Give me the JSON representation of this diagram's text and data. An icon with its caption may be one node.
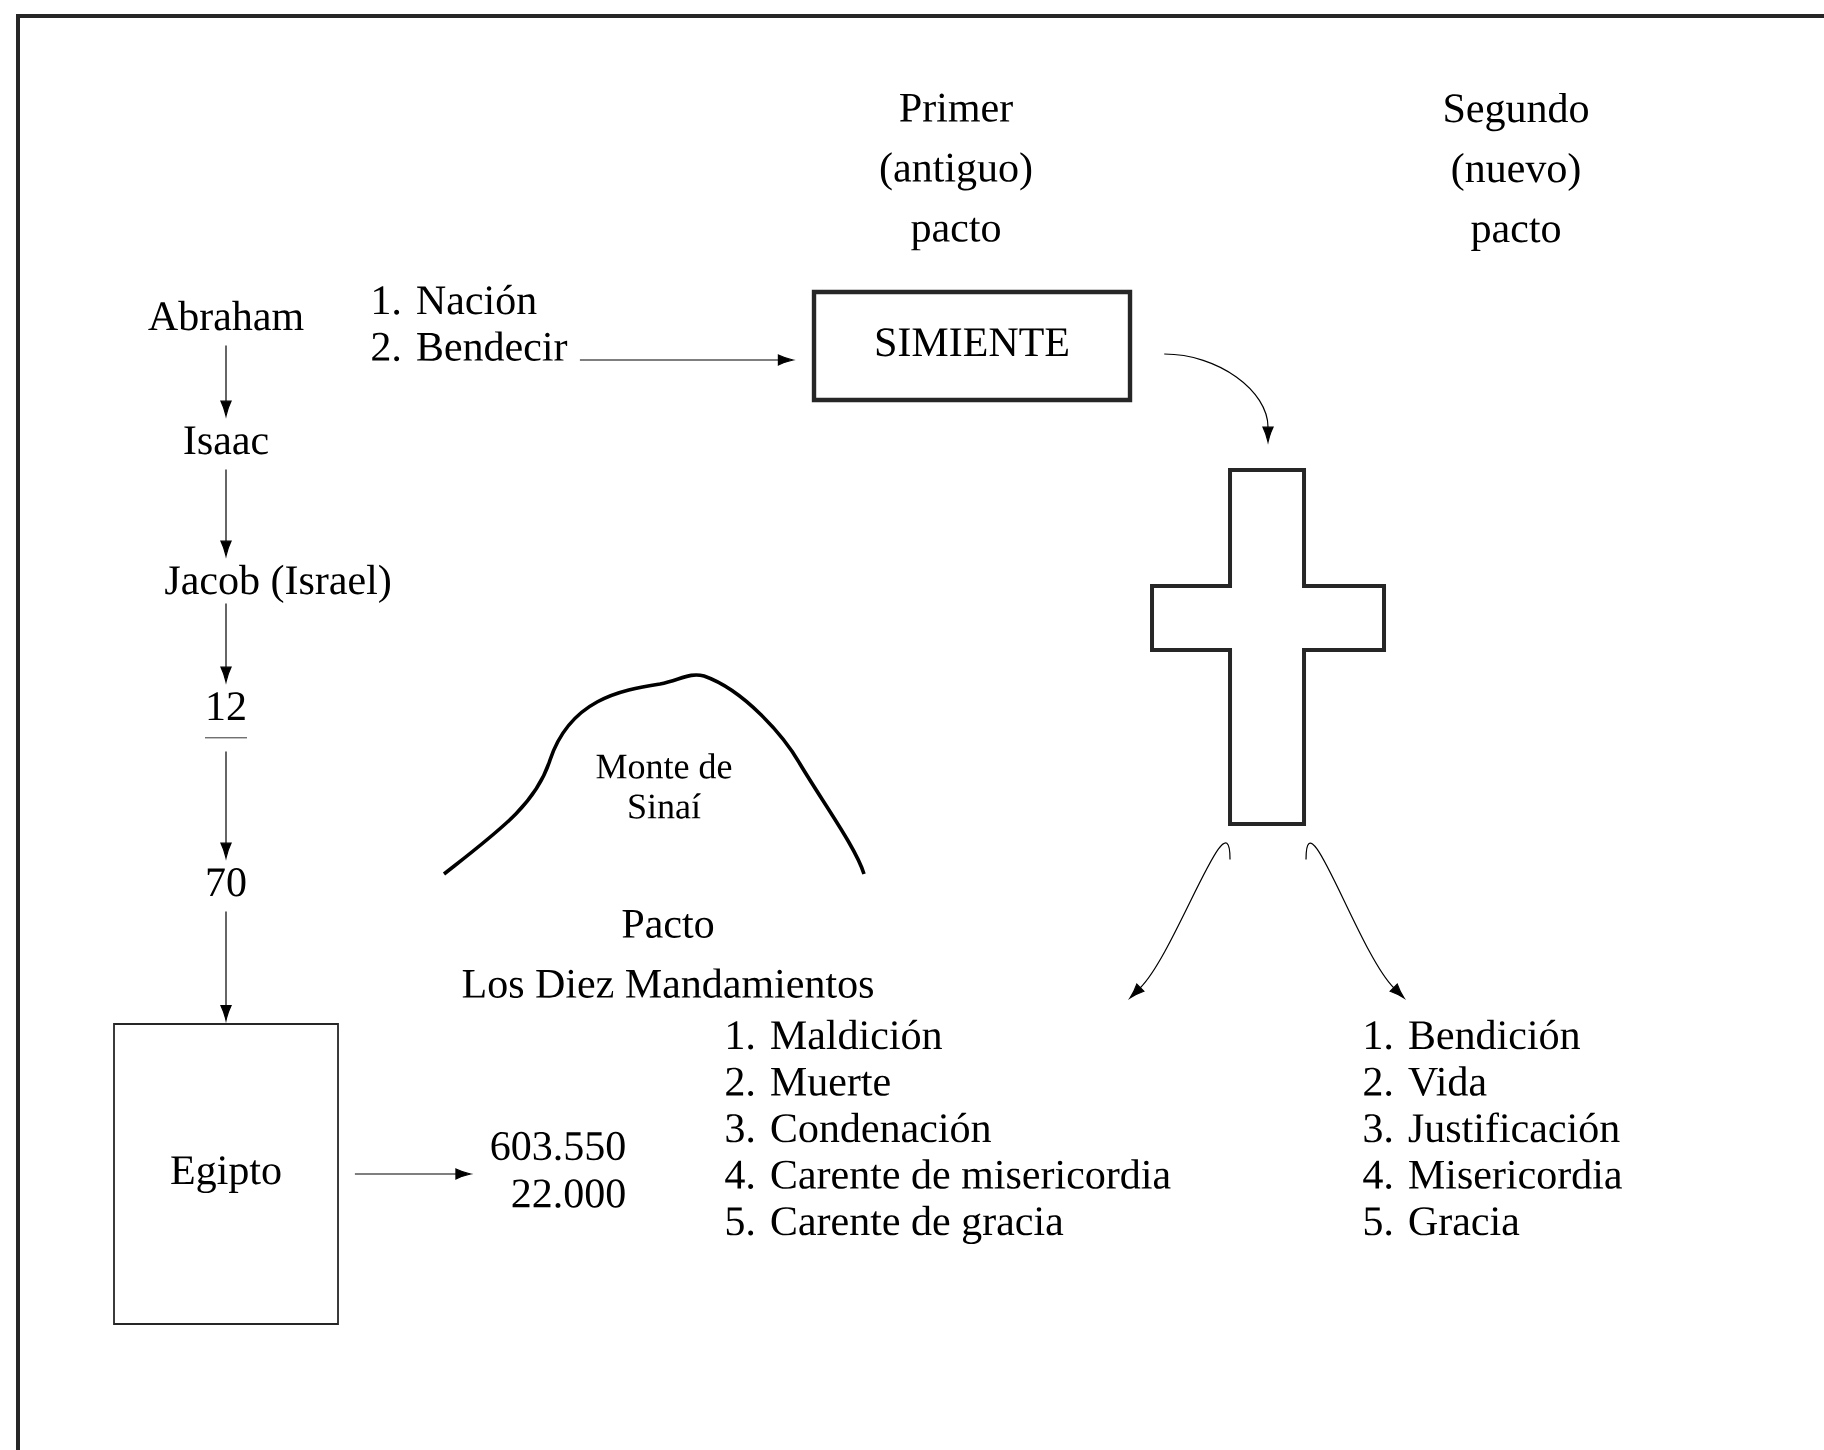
{
  "diagram": {
    "nodes": [
      {
        "text": [
          "Abraham"
        ]
      },
      {
        "text": [
          "Isaac"
        ]
      },
      {
        "text": [
          "Jacob (Israel)"
        ]
      },
      {
        "text": [
          "12"
        ]
      },
      {
        "text": [
          "70"
        ]
      },
      {
        "text": [
          "Egipto"
        ]
      },
      {
        "text": [
          "1. Nación",
          "2. Bendecir"
        ]
      },
      {
        "text": [
          "SIMIENTE"
        ]
      },
      {
        "text": [],
        "shape": "cross"
      },
      {
        "text": [
          "1. Maldición",
          "2. Muerte",
          "3. Condenación",
          "4. Carente de misericordia",
          "5. Carente de gracia"
        ]
      },
      {
        "text": [
          "1. Bendición",
          "2. Vida",
          "3. Justificación",
          "4. Misericordia",
          "5. Gracia"
        ]
      },
      {
        "text": [
          "603.550",
          "22.000"
        ]
      },
      {
        "text": [
          "Monte de Sinaí"
        ]
      }
    ],
    "edges": [
      {
        "from": 0,
        "to": 1,
        "arrow": "to"
      },
      {
        "from": 1,
        "to": 2,
        "arrow": "to"
      },
      {
        "from": 2,
        "to": 3,
        "arrow": "to"
      },
      {
        "from": 3,
        "to": 4,
        "arrow": "to"
      },
      {
        "from": 4,
        "to": 5,
        "arrow": "to"
      },
      {
        "from": 6,
        "to": 7,
        "arrow": "to"
      },
      {
        "from": 7,
        "to": 8,
        "arrow": "to"
      },
      {
        "from": 8,
        "to": 9,
        "arrow": "to"
      },
      {
        "from": 8,
        "to": 10,
        "arrow": "to"
      },
      {
        "from": 5,
        "to": 11,
        "arrow": "to"
      }
    ],
    "labels": [
      "Primer (antiguo) pacto",
      "Segundo (nuevo) pacto",
      "Pacto Los Diez Mandamientos"
    ]
  }
}
